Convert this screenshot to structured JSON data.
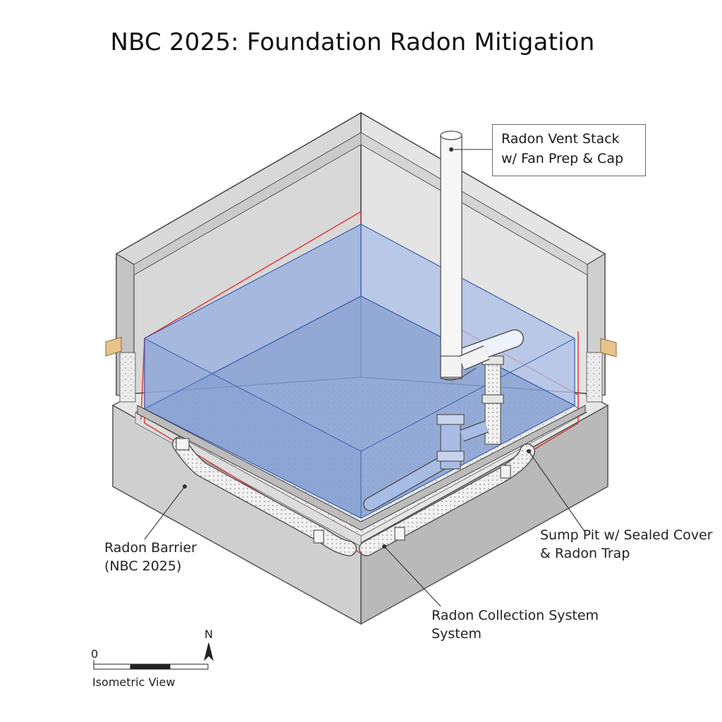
{
  "title": "NBC 2025: Foundation Radon Mitigation",
  "callouts": {
    "vent_stack": [
      "Radon Vent Stack",
      "w/ Fan Prep & Cap"
    ],
    "barrier": [
      "Radon Barrier",
      "(NBC 2025)"
    ],
    "sump": [
      "Sump Pit w/ Sealed Cover",
      "& Radon Trap"
    ],
    "collection": [
      "Radon Collection System",
      "System"
    ]
  },
  "scale_bar": {
    "zero": "0",
    "north": "N",
    "view": "Isometric View"
  },
  "colors": {
    "wall": "#d9d9d9",
    "wall_dark": "#bdbdbd",
    "barrier_blue": "#8fa9d8",
    "barrier_line": "#3b5fb0",
    "red_line": "#e03030",
    "pipe": "#f4f4f4",
    "gravel": "#e9e9e9",
    "sill_wood": "#e8c48a"
  },
  "icons": [
    "north-arrow-icon",
    "scale-bar-icon"
  ]
}
